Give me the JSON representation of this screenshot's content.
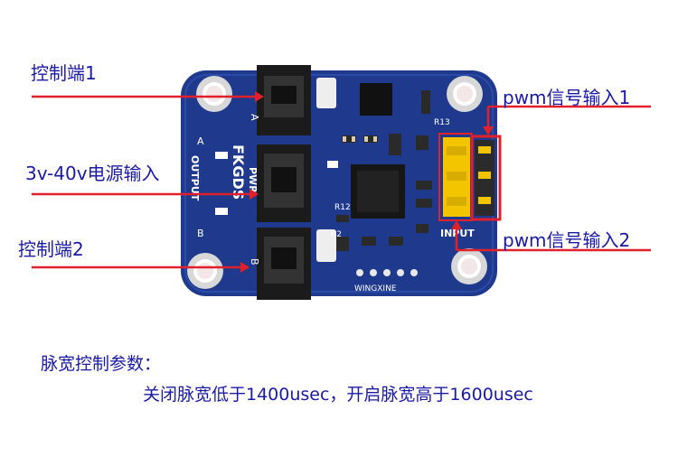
{
  "annotations": {
    "control_1": "控制端1",
    "power_input": "3v-40v电源输入",
    "control_2": "控制端2",
    "pwm_input_1": "pwm信号输入1",
    "pwm_input_2": "pwm信号输入2"
  },
  "board_silkscreen": {
    "port_a_left": "A",
    "port_a_right": "A",
    "port_b_left": "B",
    "port_b_right": "B",
    "output": "OUTPUT",
    "pins": "FKGDS",
    "pwr": "PWR",
    "input": "INPUT",
    "r13": "R13",
    "r12": "R12",
    "r2": "R2",
    "brand": "WINGXINE"
  },
  "notes": {
    "title": "脉宽控制参数：",
    "detail": "关闭脉宽低于1400usec，开启脉宽高于1600usec"
  },
  "colors": {
    "pcb": "#1f3a8c",
    "annotation_text": "#1a1aa6",
    "arrow": "#e0202a",
    "connector": "#1b1b1b",
    "header_pins": "#f2c500"
  }
}
